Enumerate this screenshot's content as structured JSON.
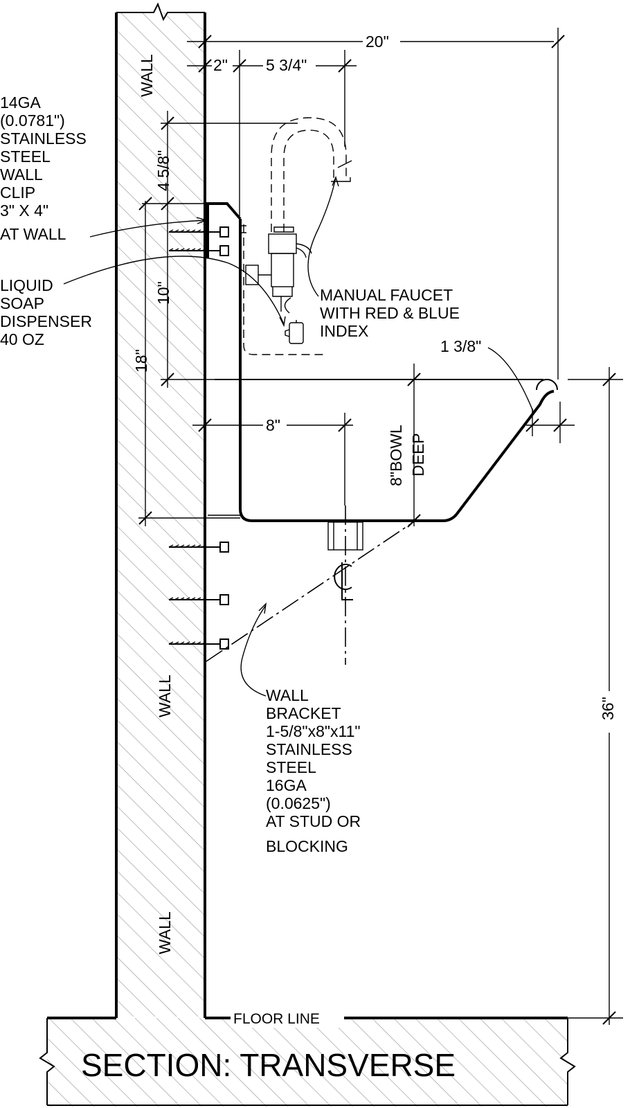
{
  "title": "SECTION: TRANSVERSE",
  "walls": {
    "upper": "WALL",
    "middle": "WALL",
    "lower": "WALL",
    "floor_line": "FLOOR LINE"
  },
  "callouts": {
    "wall_clip": [
      "14GA",
      "(0.0781\")",
      "STAINLESS",
      "STEEL",
      "WALL",
      "CLIP",
      "3\" X 4\"",
      "AT WALL"
    ],
    "soap_dispenser": [
      "LIQUID",
      "SOAP",
      "DISPENSER",
      "40 OZ"
    ],
    "faucet": [
      "MANUAL FAUCET",
      "WITH RED & BLUE",
      "INDEX"
    ],
    "wall_bracket": [
      "WALL",
      "BRACKET",
      "1-5/8\"x8\"x11\"",
      "STAINLESS",
      "STEEL",
      "16GA",
      "(0.0625\")",
      "AT STUD OR",
      "BLOCKING"
    ],
    "bowl_depth": [
      "8\"BOWL",
      "DEEP"
    ]
  },
  "dimensions": {
    "overall_depth": "20\"",
    "wall_to_faucet": "2\"",
    "faucet_reach": "5 3/4\"",
    "faucet_height": "4 5/8\"",
    "splash_height": "10\"",
    "bowl_overall": "18\"",
    "drain_offset": "8\"",
    "rim_width": "1 3/8\"",
    "rim_height": "36\""
  }
}
